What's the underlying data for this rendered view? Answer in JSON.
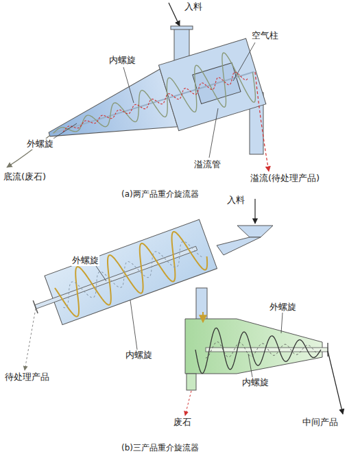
{
  "diagram": {
    "labels": [
      "入料",
      "空气柱",
      "内螺旋",
      "外螺旋",
      "溢流管",
      "底流(废石)",
      "溢流(待处理产品)",
      "(a)两产品重介旋流器",
      "入料",
      "外螺旋",
      "内螺旋",
      "外螺旋",
      "待处理产品",
      "内螺旋",
      "废石",
      "中间产品",
      "(b)三产品重介旋流器"
    ]
  }
}
